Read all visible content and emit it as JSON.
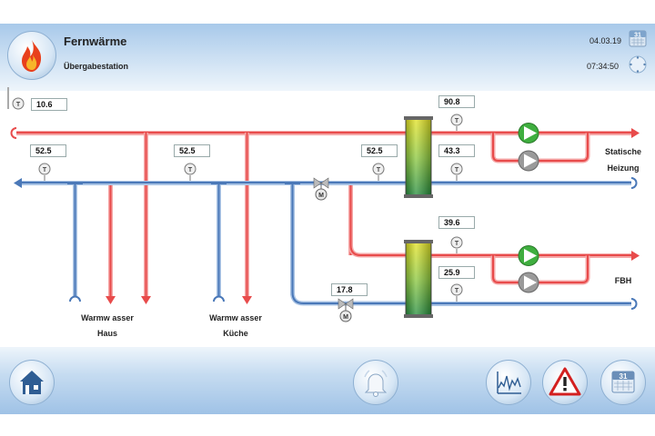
{
  "header": {
    "title": "Fernwärme",
    "subtitle": "Übergabestation",
    "date": "04.03.19",
    "time": "07:34:50",
    "calendar_day": "31"
  },
  "values": {
    "t_supply_top": "10.6",
    "t_return_1": "52.5",
    "t_return_2": "52.5",
    "t_return_3": "52.5",
    "t_static_supply": "90.8",
    "t_static_return": "43.3",
    "t_fbh_supply": "39.6",
    "t_fbh_return": "25.9",
    "t_mixer": "17.8"
  },
  "labels": {
    "ww_haus_1": "Warmw asser",
    "ww_haus_2": "Haus",
    "ww_kueche_1": "Warmw asser",
    "ww_kueche_2": "Küche",
    "static_1": "Statische",
    "static_2": "Heizung",
    "fbh": "FBH",
    "sensor_t": "T",
    "valve_m": "M"
  },
  "footer": {
    "calendar_day": "31"
  },
  "colors": {
    "hot": "#e84b4b",
    "hot_light": "#f5a7a7",
    "cold": "#4a78b8",
    "cold_light": "#a9c3e4",
    "pump_green": "#3fae3f",
    "pump_gray": "#8a8a8a",
    "exchanger_top": "#e0e020",
    "exchanger_bottom": "#1f8a3a"
  }
}
